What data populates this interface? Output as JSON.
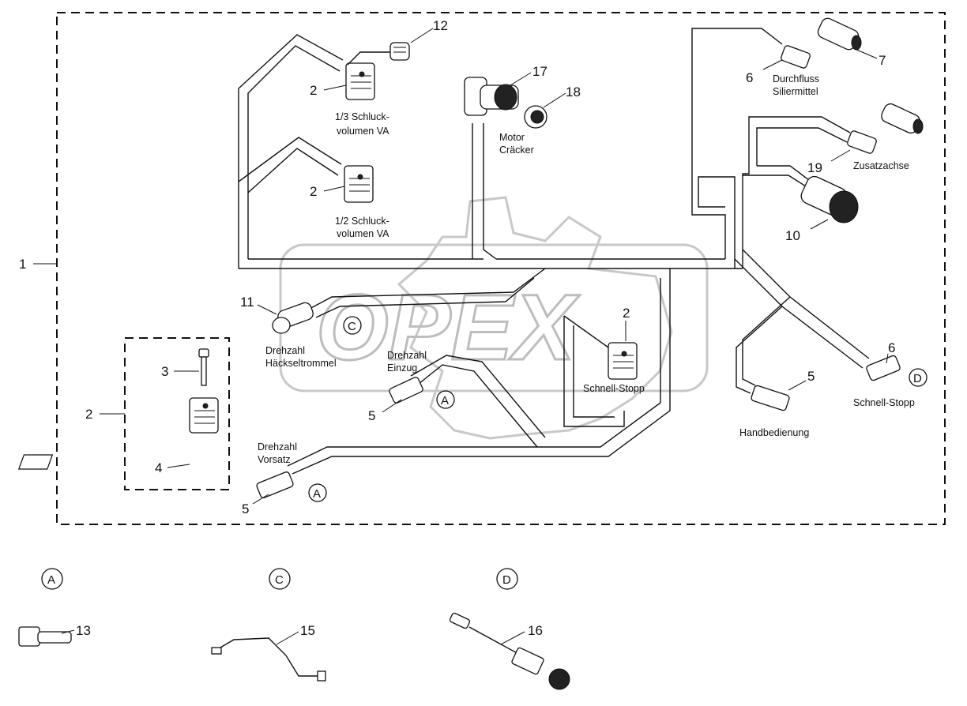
{
  "diagram": {
    "watermark": "OPEX",
    "callouts": {
      "main_assembly": "1",
      "solenoid_1": "2",
      "solenoid_2": "2",
      "solenoid_schnellstopp": "2",
      "solenoid_kit": "2",
      "bolt": "3",
      "seal": "4",
      "conn_einzug": "5",
      "conn_vorsatz": "5",
      "conn_handbedienung": "5",
      "conn_durchfluss": "6",
      "conn_schnellstopp": "6",
      "plug_durchfluss": "7",
      "round_connector": "10",
      "sensor_trommel": "11",
      "sensor_top": "12",
      "bolt_detail": "13",
      "cable_detail_c": "15",
      "cable_detail_d": "16",
      "angled_plug": "17",
      "motor_plug": "18",
      "conn_zusatzachse": "19"
    },
    "labels": {
      "schluck_13_line1": "1/3 Schluck-",
      "schluck_13_line2": "volumen VA",
      "schluck_12_line1": "1/2 Schluck-",
      "schluck_12_line2": "volumen VA",
      "motor_line1": "Motor",
      "motor_line2": "Cräcker",
      "durchfluss_line1": "Durchfluss",
      "durchfluss_line2": "Siliermittel",
      "zusatzachse": "Zusatzachse",
      "haecksel_line1": "Drehzahl",
      "haecksel_line2": "Häckseltrommel",
      "einzug_line1": "Drehzahl",
      "einzug_line2": "Einzug",
      "vorsatz_line1": "Drehzahl",
      "vorsatz_line2": "Vorsatz",
      "schnellstopp_center": "Schnell-Stopp",
      "schnellstopp_right": "Schnell-Stopp",
      "handbedienung": "Handbedienung"
    },
    "reference_marks": {
      "c_main": "C",
      "a_einzug": "A",
      "a_vorsatz": "A",
      "d_right": "D",
      "a_detail": "A",
      "c_detail": "C",
      "d_detail": "D"
    }
  }
}
